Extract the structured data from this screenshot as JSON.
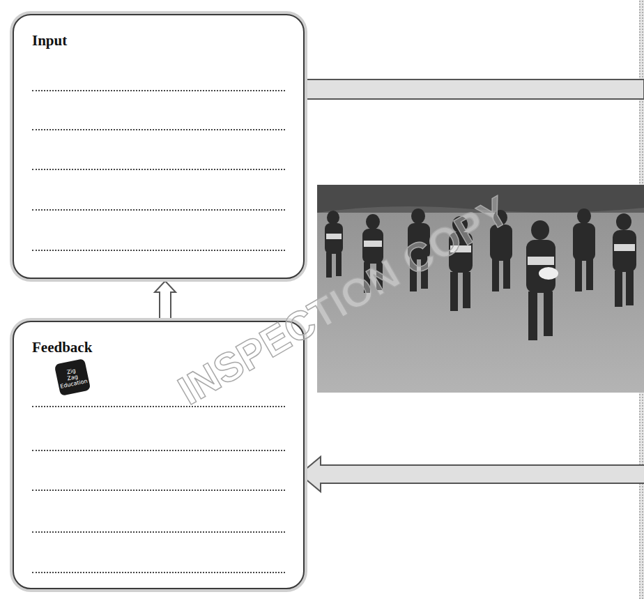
{
  "diagram": {
    "nodes": [
      {
        "text": [
          "Input"
        ]
      },
      {
        "text": [
          "Feedback"
        ]
      }
    ],
    "edges": [
      {
        "from": 1,
        "to": 0,
        "arrow": "to"
      }
    ],
    "labels": [
      "INSPECTION COPY",
      "Zig Zag Education"
    ]
  }
}
